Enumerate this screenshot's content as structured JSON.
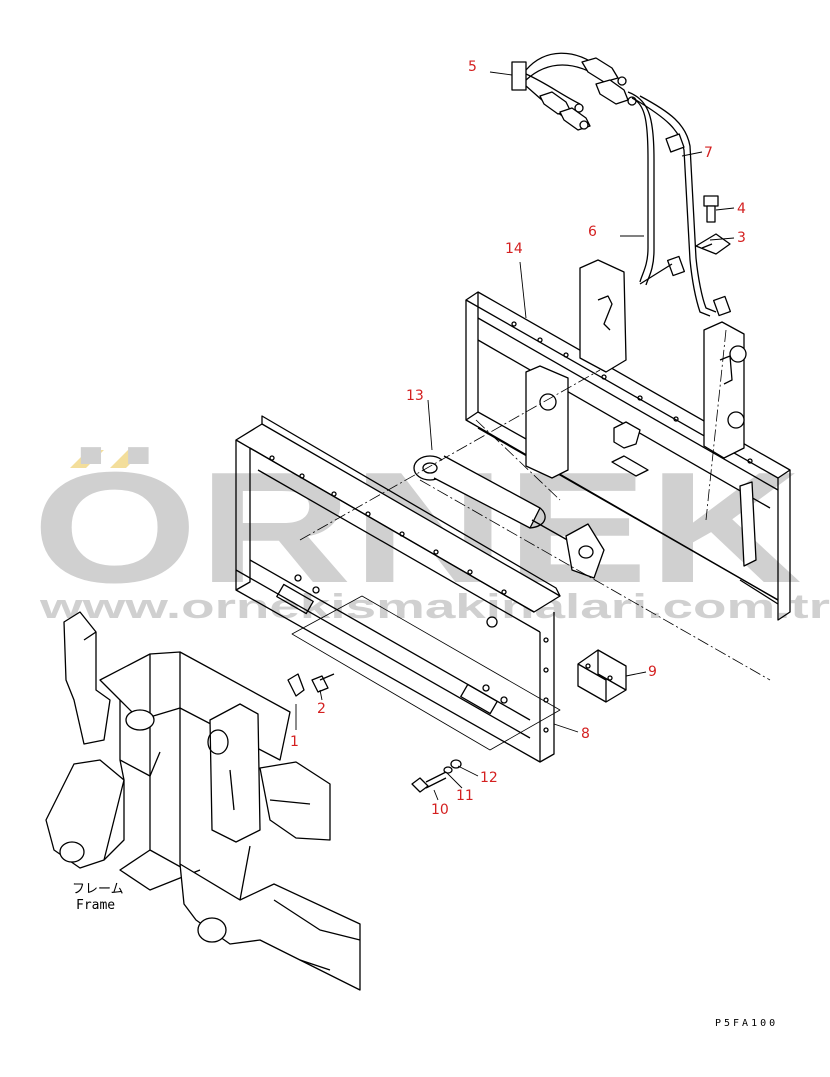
{
  "callouts": [
    {
      "id": "1",
      "label": "1"
    },
    {
      "id": "2",
      "label": "2"
    },
    {
      "id": "3",
      "label": "3"
    },
    {
      "id": "4",
      "label": "4"
    },
    {
      "id": "5",
      "label": "5"
    },
    {
      "id": "6",
      "label": "6"
    },
    {
      "id": "7",
      "label": "7"
    },
    {
      "id": "8",
      "label": "8"
    },
    {
      "id": "9",
      "label": "9"
    },
    {
      "id": "10",
      "label": "10"
    },
    {
      "id": "11",
      "label": "11"
    },
    {
      "id": "12",
      "label": "12"
    },
    {
      "id": "13",
      "label": "13"
    },
    {
      "id": "14",
      "label": "14"
    }
  ],
  "frame_label_jp": "フレーム",
  "frame_label_en": "Frame",
  "drawing_code": "P5FA100",
  "watermark": {
    "brand": "ÖRNEK",
    "url": "www.ornekismakinalari.com.tr",
    "color": "#c8c8c8",
    "accent": "#f1d98a"
  },
  "colors": {
    "line": "#000000",
    "callout": "#d42020"
  }
}
